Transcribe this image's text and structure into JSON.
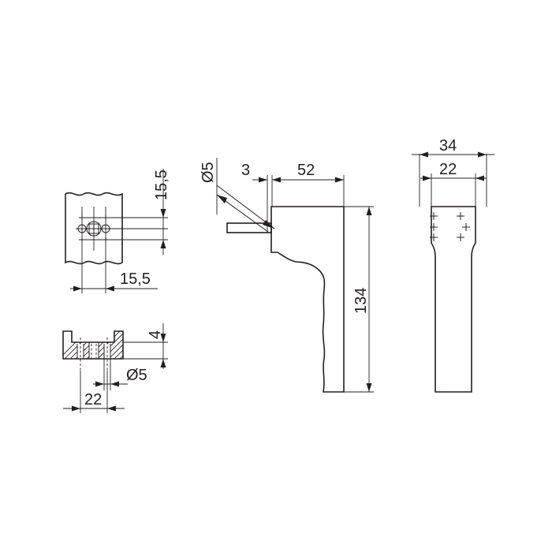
{
  "colors": {
    "stroke": "#231f20",
    "background": "#ffffff"
  },
  "dimensions": {
    "mount_top_offset": "15,5",
    "mount_bottom_offset": "15,5",
    "base_depth": "4",
    "base_hole_diameter": "Ø5",
    "base_hole_spacing": "22",
    "spindle_diameter": "Ø5",
    "spindle_offset": "3",
    "handle_projection": "52",
    "handle_length": "134",
    "rose_width": "34",
    "rose_hole_spacing": "22"
  }
}
